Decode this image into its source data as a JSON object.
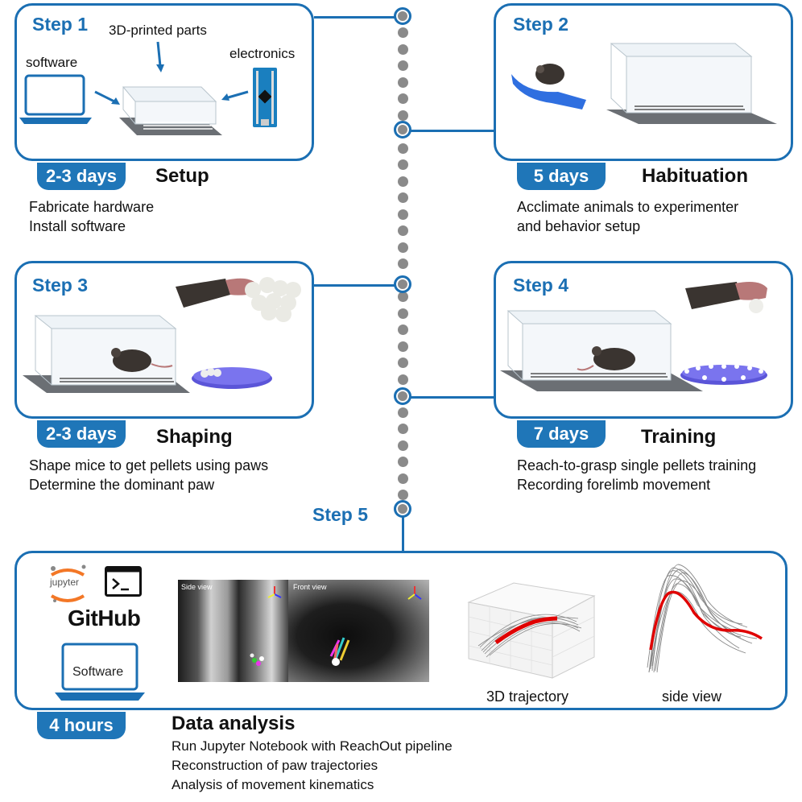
{
  "step1": {
    "step": "Step 1",
    "parts_label": "3D-printed parts",
    "software_label": "software",
    "electronics_label": "electronics",
    "duration": "2-3 days",
    "title": "Setup",
    "desc": [
      "Fabricate hardware",
      "Install software"
    ]
  },
  "step2": {
    "step": "Step 2",
    "duration": "5 days",
    "title": "Habituation",
    "desc": [
      "Acclimate animals to experimenter",
      "and  behavior setup"
    ]
  },
  "step3": {
    "step": "Step 3",
    "duration": "2-3 days",
    "title": "Shaping",
    "desc": [
      "Shape mice to get pellets using paws",
      "Determine the dominant paw"
    ]
  },
  "step4": {
    "step": "Step 4",
    "duration": "7 days",
    "title": "Training",
    "desc": [
      "Reach-to-grasp single pellets training",
      "Recording forelimb movement"
    ]
  },
  "step5": {
    "step": "Step 5",
    "duration": "4 hours",
    "title": "Data analysis",
    "desc": [
      "Run Jupyter Notebook with ReachOut pipeline",
      "Reconstruction of paw trajectories",
      "Analysis of movement kinematics"
    ],
    "jupyter_label": "jupyter",
    "github_label": "GitHub",
    "software_label": "Software",
    "side_view_video_label": "Side view",
    "front_view_video_label": "Front view",
    "traj3d_caption": "3D trajectory",
    "sideview_caption": "side view"
  },
  "colors": {
    "accent": "#1b6fb3",
    "badge": "#1f76b8",
    "dot": "#8a8a8a",
    "traj": "#e00000"
  }
}
